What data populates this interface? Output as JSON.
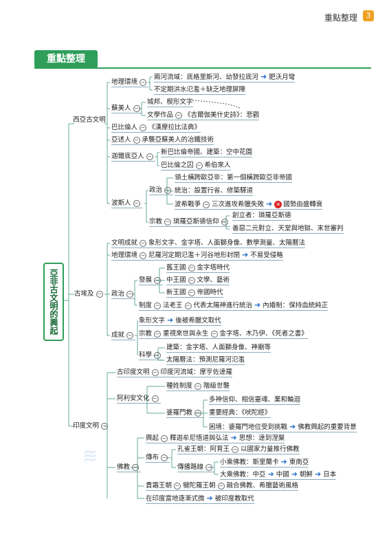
{
  "header": {
    "section": "重點整理",
    "page": "3"
  },
  "title": "重點整理",
  "root": "亞非古文明的興起",
  "branches": {
    "xiya": {
      "label": "西亞古文明",
      "geo": {
        "label": "地理環境",
        "river": "兩河流域：底格里斯河、幼發拉底河",
        "river_result": "肥沃月彎",
        "flood": "不定期洪水氾濫＋缺乏地理屏障"
      },
      "sumer": {
        "label": "蘇美人",
        "item1": "城邦、楔形文字",
        "lit_label": "文學作品",
        "lit_value": "《吉爾伽美什史詩》：悲觀"
      },
      "babylon": {
        "label": "巴比倫人",
        "value": "《漢摩拉比法典》"
      },
      "assyria": {
        "label": "亞述人",
        "value": "承襲亞蘇美人的冶鐵技術"
      },
      "chaldea": {
        "label": "迦爾底亞人",
        "item1": "新巴比倫帝國、建築：空中花園",
        "item2_label": "巴比倫之囚",
        "item2_value": "希伯來人"
      },
      "persia": {
        "label": "波斯人",
        "politics": {
          "label": "政治",
          "item1": "領土橫跨歐亞非：第一個橫跨歐亞非帝國",
          "item2": "統治：設置行省、修築驛道",
          "war_label": "波希戰爭",
          "war_value": "三次進攻希臘失敗",
          "war_result": "國勢由盛轉衰"
        },
        "religion": {
          "label": "宗教",
          "value": "瑣羅亞斯德信仰",
          "item1": "創立者：瑣羅亞斯德",
          "item2": "善惡二元對立、天堂與地獄、末世審判"
        }
      }
    },
    "egypt": {
      "label": "古埃及",
      "culture": {
        "label": "文明成就",
        "value": "象形文字、金字塔、人面獅身像、數學測量、太陽曆法"
      },
      "geo": {
        "label": "地理環境",
        "value": "尼羅河定期氾濫＋河谷地形封閉",
        "result": "不易受侵略"
      },
      "politics": {
        "label": "政治",
        "dev": {
          "label": "發展",
          "old": "舊王國",
          "old_v": "金字塔時代",
          "mid": "中王國",
          "mid_v": "文學、藝術",
          "new": "新王國",
          "new_v": "帝國時代"
        },
        "system": {
          "label": "制度",
          "pharaoh": "法老王",
          "value": "代表太陽神進行統治",
          "result": "內婚制：保持血統純正"
        }
      },
      "achieve": {
        "label": "成就",
        "script": "象形文字",
        "script_result": "後被希臘文取代",
        "religion_label": "宗教",
        "religion_v": "重視來世與永生",
        "religion_v2": "金字塔、木乃伊、《死者之書》",
        "sci_label": "科學",
        "sci_1": "建築：金字塔、人面獅身像、神廟等",
        "sci_2": "太陽曆法：預測尼羅河氾濫"
      }
    },
    "india": {
      "label": "印度文明",
      "ancient": {
        "label": "古印度文明",
        "value": "印度河流域：摩亨佐達羅"
      },
      "aryan": {
        "label": "阿利安文化",
        "caste_label": "種姓制度",
        "caste_v": "階級世襲",
        "brahman": {
          "label": "婆羅門教",
          "item1": "多神信仰、相信靈魂、業和輪迴",
          "item2": "重要經典：《吠陀經》",
          "item3": "困境：婆羅門地位受到挑戰",
          "item3_result": "佛教興起的重要背景"
        }
      },
      "buddhism": {
        "label": "佛教",
        "rise_label": "興起",
        "rise_v": "釋迦牟尼悟道與弘法",
        "rise_result": "思想：達到涅槃",
        "spread_label": "傳布",
        "ashoka": "孔雀王朝：阿育王",
        "ashoka_v": "以國家力量推行佛教",
        "route_label": "傳播路線",
        "hinayana": "小乘佛教：斯里蘭卡",
        "hinayana_r": "東南亞",
        "mahayana": "大乘佛教：中亞",
        "mahayana_r1": "中國",
        "mahayana_r2": "朝鮮",
        "mahayana_r3": "日本",
        "gupta_label": "貴霜王朝",
        "gupta_king": "犍陀羅王朝",
        "gupta_v": "融合佛教、希臘藝術風格",
        "decline": "在印度當地逐漸式微",
        "decline_r": "被印度教取代"
      }
    }
  }
}
